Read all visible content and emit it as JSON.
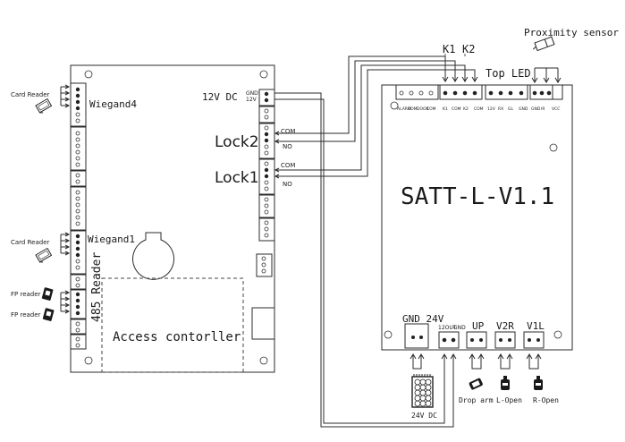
{
  "access_controller": {
    "title": "Access contorller",
    "power_label": "12V DC",
    "power_pins": [
      "GND",
      "12V"
    ],
    "lock2_label": "Lock2",
    "lock1_label": "Lock1",
    "lock_pins": [
      "COM",
      "NO"
    ],
    "wiegand4_label": "Wiegand4",
    "wiegand1_label": "Wiegand1",
    "reader485_label": "485 Reader"
  },
  "peripherals": {
    "card_reader_1": "Card Reader",
    "card_reader_2": "Card Reader",
    "fp_reader_1": "FP reader",
    "fp_reader_2": "FP reader"
  },
  "satt_board": {
    "title": "SATT-L-V1.1",
    "relay_labels": [
      "K1",
      "K2"
    ],
    "top_led_label": "Top LED",
    "proximity_label": "Proximity sensor",
    "top_pins": [
      "ALARM",
      "COM",
      "DOOR",
      "COM",
      "K1",
      "COM",
      "K2",
      "COM",
      "12V",
      "RX",
      "GL",
      "GND",
      "GND",
      "IR",
      "VCC"
    ],
    "bottom_terminals": [
      "GND 24V",
      "12OUT",
      "GND",
      "UP",
      "V2R",
      "V1L"
    ],
    "power_label": "24V DC",
    "drop_arm_label": "Drop arm",
    "l_open_label": "L-Open",
    "r_open_label": "R-Open"
  },
  "colors": {
    "line": "#2b2b2b",
    "background": "#ffffff"
  }
}
